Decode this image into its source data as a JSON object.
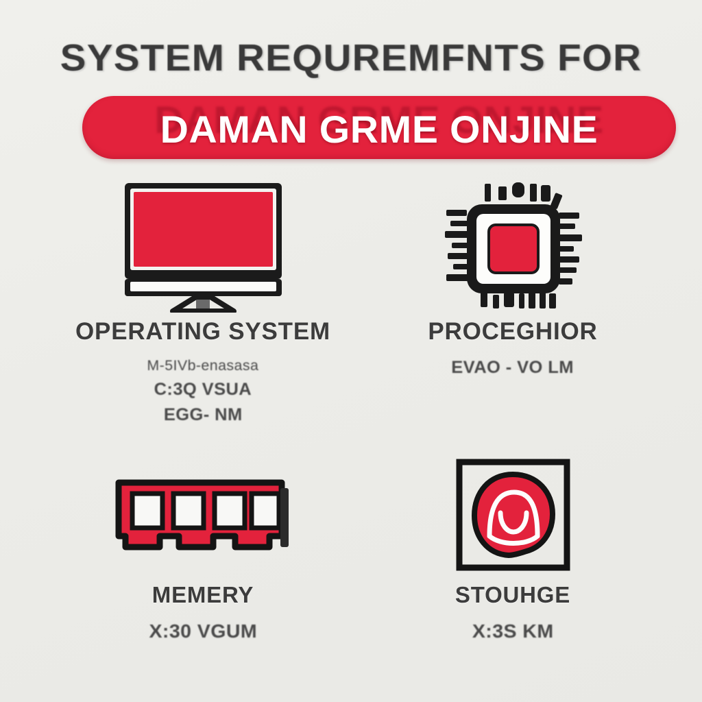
{
  "poster": {
    "background_color": "#edede9",
    "accent_color": "#e3223c",
    "text_color": "#3a3a3a"
  },
  "header": {
    "title_line": "SYSTEM REQUREMFNTS FOR",
    "banner_text": "DAMAN GRME ONJINE",
    "banner_color": "#e3223c",
    "banner_text_color": "#ffffff"
  },
  "sections": [
    {
      "id": "operating-system",
      "label": "OPERATING SYSTEM",
      "icon": "monitor-icon",
      "lines": [
        "M-5IVb-enasasa",
        "C:3Q VSUA",
        "EGG- NM"
      ]
    },
    {
      "id": "processor",
      "label": "PROCEGHIOR",
      "icon": "cpu-chip-icon",
      "lines": [
        "EVAO - VO LM"
      ]
    },
    {
      "id": "memory",
      "label": "MEMERY",
      "icon": "ram-module-icon",
      "lines": [
        "X:30 VGUM"
      ]
    },
    {
      "id": "storage",
      "label": "STOUHGE",
      "icon": "storage-drive-icon",
      "lines": [
        "X:3S KM"
      ]
    }
  ]
}
